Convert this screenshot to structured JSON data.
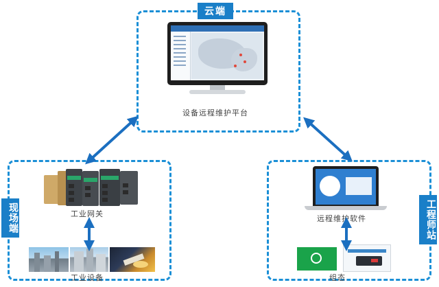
{
  "zones": {
    "cloud": {
      "label": "云端"
    },
    "site": {
      "label": "现场端"
    },
    "engineer": {
      "label": "工程师站"
    }
  },
  "nodes": {
    "platform": {
      "caption": "设备远程维护平台",
      "icon": "monitor"
    },
    "gateway": {
      "caption": "工业网关",
      "icon": "industrial-gateway"
    },
    "equipment": {
      "caption": "工业设备",
      "icon": "industrial-plant-photos"
    },
    "laptop": {
      "caption": "远程维护软件",
      "icon": "laptop"
    },
    "engineer_device": {
      "caption": "组态",
      "icon": "configuration-software"
    }
  },
  "links": [
    {
      "from": "gateway",
      "to": "platform",
      "direction": "both"
    },
    {
      "from": "laptop",
      "to": "platform",
      "direction": "both"
    },
    {
      "from": "gateway",
      "to": "equipment",
      "direction": "both"
    },
    {
      "from": "laptop",
      "to": "engineer_device",
      "direction": "both"
    }
  ],
  "colors": {
    "border": "#1b8fd6",
    "tag": "#1a7fc8",
    "arrow": "#1b6fc0"
  }
}
